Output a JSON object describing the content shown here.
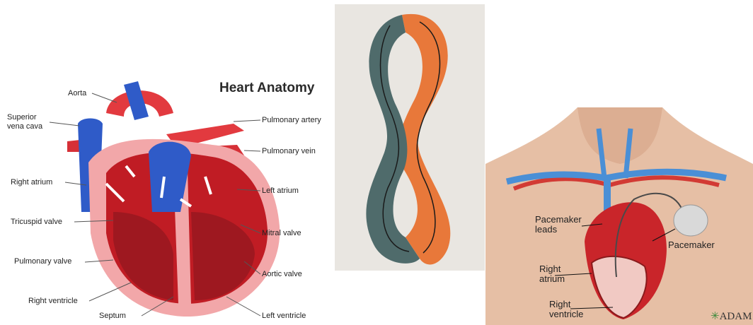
{
  "heart": {
    "title": "Heart Anatomy",
    "labels": {
      "aorta": "Aorta",
      "superior_vena_cava_1": "Superior",
      "superior_vena_cava_2": "vena cava",
      "right_atrium": "Right atrium",
      "tricuspid_valve": "Tricuspid valve",
      "pulmonary_valve": "Pulmonary valve",
      "right_ventricle": "Right ventricle",
      "septum": "Septum",
      "pulmonary_artery": "Pulmonary artery",
      "pulmonary_vein": "Pulmonary vein",
      "left_atrium": "Left atrium",
      "mitral_valve": "Mitral valve",
      "aortic_valve": "Aortic valve",
      "left_ventricle": "Left ventricle"
    },
    "colors": {
      "red": "#e23a3f",
      "dark_red": "#9e1820",
      "blue": "#2f5bc8",
      "pink": "#f2a7a9"
    }
  },
  "mobius": {
    "colors": {
      "teal": "#4f6b6b",
      "orange": "#e8783a",
      "background": "#e9e6e1"
    }
  },
  "pacemaker": {
    "labels": {
      "leads_1": "Pacemaker",
      "leads_2": "leads",
      "device": "Pacemaker",
      "right_atrium_1": "Right",
      "right_atrium_2": "atrium",
      "right_ventricle_1": "Right",
      "right_ventricle_2": "ventricle",
      "logo": "ADAM"
    },
    "colors": {
      "skin": "#e6bfa5",
      "vein": "#4a8fd6",
      "heart": "#c9252a"
    }
  }
}
